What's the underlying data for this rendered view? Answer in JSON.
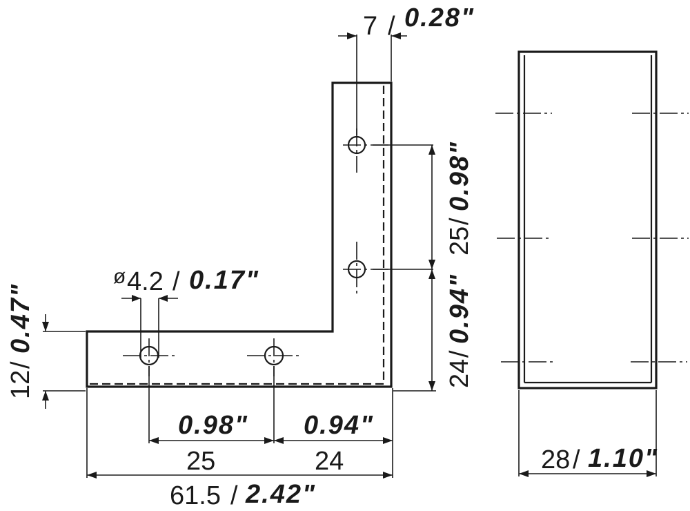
{
  "dimensions": {
    "tab_width": {
      "mm": "7",
      "sep": "/",
      "inch": "0.28\""
    },
    "hole_diameter": {
      "prefix": "ø",
      "mm": "4.2",
      "sep": "/",
      "inch": "0.17\""
    },
    "base_height": {
      "mm": "12",
      "sep": "/",
      "inch": "0.47\""
    },
    "vertical_spacing_upper": {
      "mm": "25",
      "sep": "/",
      "inch": "0.98\""
    },
    "vertical_spacing_lower": {
      "mm": "24",
      "sep": "/",
      "inch": "0.94\""
    },
    "horizontal_spacing_left": {
      "mm": "25",
      "inch": "0.98\""
    },
    "horizontal_spacing_right": {
      "mm": "24",
      "inch": "0.94\""
    },
    "overall_length": {
      "mm": "61.5",
      "sep": "/",
      "inch": "2.42\""
    },
    "depth": {
      "mm": "28",
      "sep": "/",
      "inch": "1.10\""
    }
  }
}
